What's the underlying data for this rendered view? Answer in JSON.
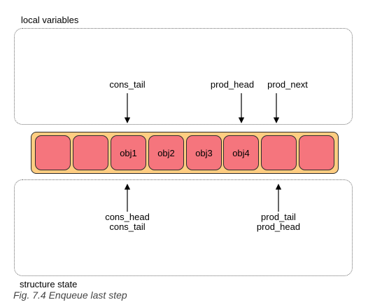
{
  "panels": {
    "top_title": "local variables",
    "bottom_title": "structure state"
  },
  "slots": [
    "",
    "",
    "obj1",
    "obj2",
    "obj3",
    "obj4",
    "",
    ""
  ],
  "pointers": {
    "cons_tail_top": "cons_tail",
    "prod_head_top": "prod_head",
    "prod_next_top": "prod_next",
    "bottom_left_line1": "cons_head",
    "bottom_left_line2": "cons_tail",
    "bottom_right_line1": "prod_tail",
    "bottom_right_line2": "prod_head"
  },
  "caption": "Fig. 7.4 Enqueue last step",
  "colors": {
    "ring_fill": "#ffcd81",
    "slot_fill": "#f5757d",
    "outline": "#2b2b2b"
  }
}
